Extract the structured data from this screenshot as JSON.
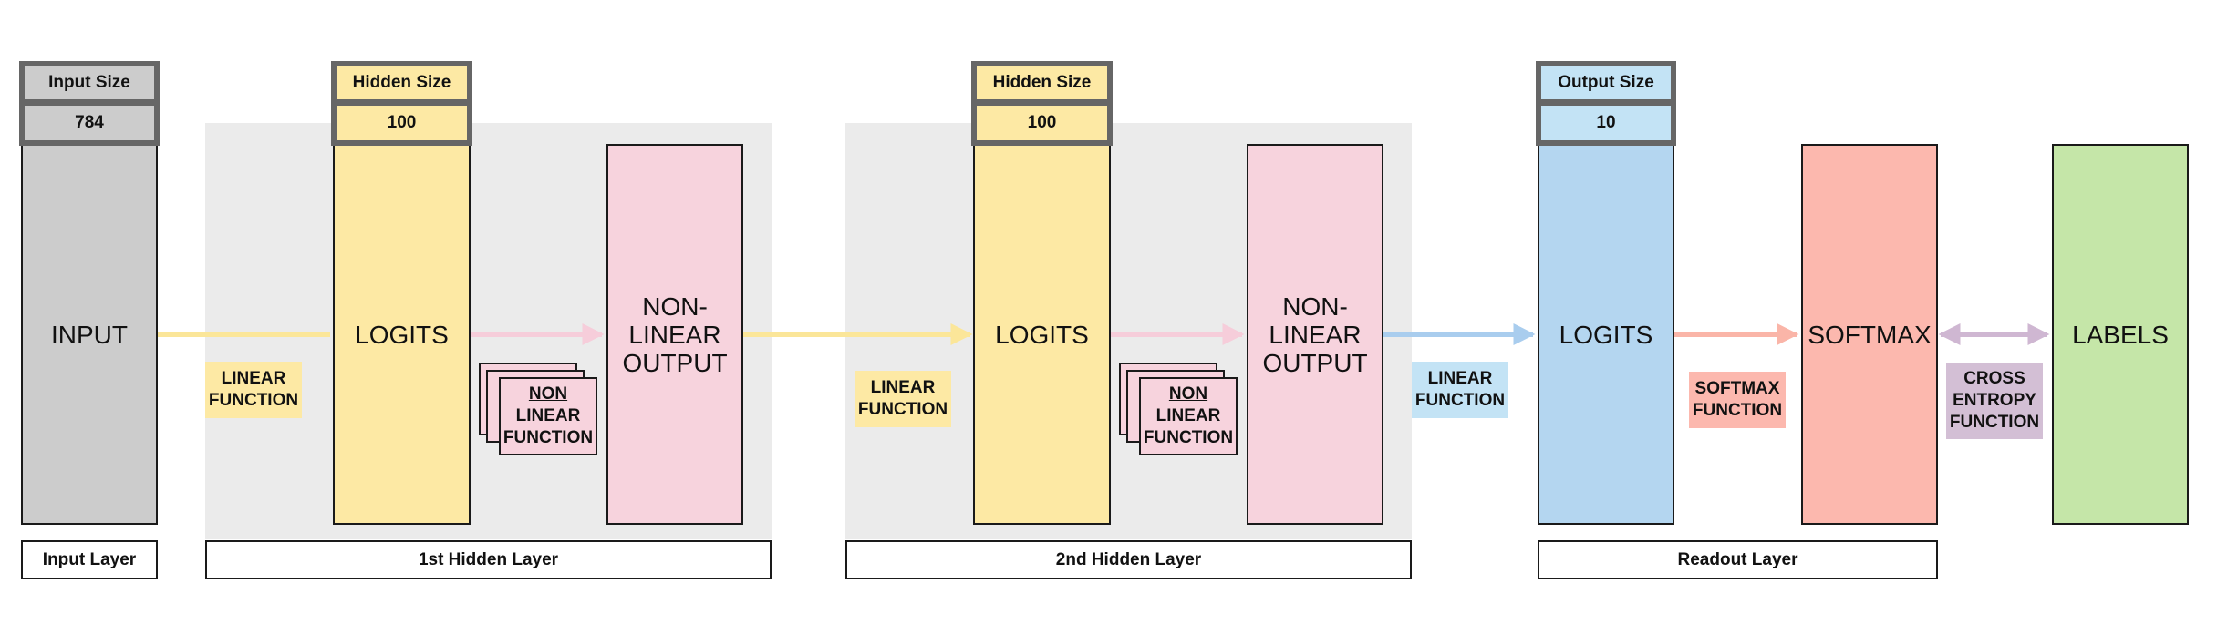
{
  "colors": {
    "input": "#cccccc",
    "hidden": "#fde9a4",
    "nonlinear": "#f7d3dd",
    "readout": "#b4d6f0",
    "softmax": "#fcb8ae",
    "labels": "#c5e6a8",
    "crossentropy": "#d3bfd5",
    "readout_size": "#c3e3f5",
    "shade": "#ebebeb"
  },
  "input": {
    "size_title": "Input Size",
    "size_value": "784",
    "column": "INPUT",
    "layer_label": "Input Layer"
  },
  "hidden1": {
    "size_title": "Hidden Size",
    "size_value": "100",
    "logits": "LOGITS",
    "nonlinear_output": [
      "NON-",
      "LINEAR",
      "OUTPUT"
    ],
    "linear_function": [
      "LINEAR",
      "FUNCTION"
    ],
    "nonlinear_function": [
      "NON",
      "LINEAR",
      "FUNCTION"
    ],
    "layer_label": "1st Hidden Layer"
  },
  "hidden2": {
    "size_title": "Hidden Size",
    "size_value": "100",
    "logits": "LOGITS",
    "nonlinear_output": [
      "NON-",
      "LINEAR",
      "OUTPUT"
    ],
    "linear_function": [
      "LINEAR",
      "FUNCTION"
    ],
    "nonlinear_function": [
      "NON",
      "LINEAR",
      "FUNCTION"
    ],
    "layer_label": "2nd Hidden Layer"
  },
  "readout": {
    "size_title": "Output Size",
    "size_value": "10",
    "logits": "LOGITS",
    "linear_function": [
      "LINEAR",
      "FUNCTION"
    ],
    "softmax": "SOFTMAX",
    "softmax_function": [
      "SOFTMAX",
      "FUNCTION"
    ],
    "layer_label": "Readout Layer"
  },
  "loss": {
    "cross_entropy_function": [
      "CROSS",
      "ENTROPY",
      "FUNCTION"
    ],
    "labels": "LABELS"
  }
}
